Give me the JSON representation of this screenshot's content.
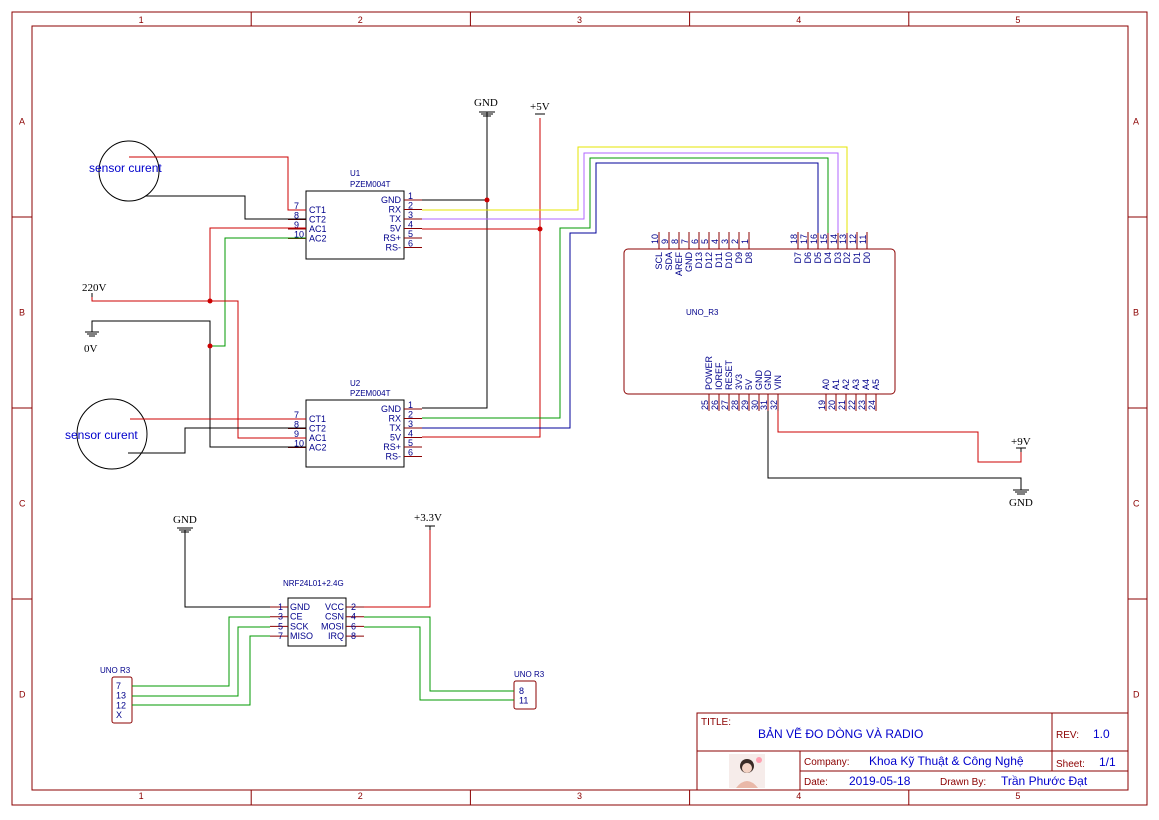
{
  "frame": {
    "columns": [
      "1",
      "2",
      "3",
      "4",
      "5"
    ],
    "rows": [
      "A",
      "B",
      "C",
      "D"
    ]
  },
  "sensors": [
    "sensor curent",
    "sensor curent"
  ],
  "u1": {
    "ref": "U1",
    "part": "PZEM004T",
    "left_pins": [
      {
        "num": "7",
        "name": "CT1"
      },
      {
        "num": "8",
        "name": "CT2"
      },
      {
        "num": "9",
        "name": "AC1"
      },
      {
        "num": "10",
        "name": "AC2"
      }
    ],
    "right_pins": [
      {
        "num": "1",
        "name": "GND"
      },
      {
        "num": "2",
        "name": "RX"
      },
      {
        "num": "3",
        "name": "TX"
      },
      {
        "num": "4",
        "name": "5V"
      },
      {
        "num": "5",
        "name": "RS+"
      },
      {
        "num": "6",
        "name": "RS-"
      }
    ]
  },
  "u2": {
    "ref": "U2",
    "part": "PZEM004T",
    "left_pins": [
      {
        "num": "7",
        "name": "CT1"
      },
      {
        "num": "8",
        "name": "CT2"
      },
      {
        "num": "9",
        "name": "AC1"
      },
      {
        "num": "10",
        "name": "AC2"
      }
    ],
    "right_pins": [
      {
        "num": "1",
        "name": "GND"
      },
      {
        "num": "2",
        "name": "RX"
      },
      {
        "num": "3",
        "name": "TX"
      },
      {
        "num": "4",
        "name": "5V"
      },
      {
        "num": "5",
        "name": "RS+"
      },
      {
        "num": "6",
        "name": "RS-"
      }
    ]
  },
  "uno": {
    "name": "UNO_R3",
    "top_pins": [
      {
        "num": "10",
        "name": "SCL"
      },
      {
        "num": "9",
        "name": "SDA"
      },
      {
        "num": "8",
        "name": "AREF"
      },
      {
        "num": "7",
        "name": "GND"
      },
      {
        "num": "6",
        "name": "D13"
      },
      {
        "num": "5",
        "name": "D12"
      },
      {
        "num": "4",
        "name": "D11"
      },
      {
        "num": "3",
        "name": "D10"
      },
      {
        "num": "2",
        "name": "D9"
      },
      {
        "num": "1",
        "name": "D8"
      },
      {
        "num": "18",
        "name": "D7"
      },
      {
        "num": "17",
        "name": "D6"
      },
      {
        "num": "16",
        "name": "D5"
      },
      {
        "num": "15",
        "name": "D4"
      },
      {
        "num": "14",
        "name": "D3"
      },
      {
        "num": "13",
        "name": "D2"
      },
      {
        "num": "12",
        "name": "D1"
      },
      {
        "num": "11",
        "name": "D0"
      }
    ],
    "bottom_pins": [
      {
        "num": "25",
        "name": "POWER"
      },
      {
        "num": "26",
        "name": "IOREF"
      },
      {
        "num": "27",
        "name": "RESET"
      },
      {
        "num": "28",
        "name": "3V3"
      },
      {
        "num": "29",
        "name": "5V"
      },
      {
        "num": "30",
        "name": "GND"
      },
      {
        "num": "31",
        "name": "GND"
      },
      {
        "num": "32",
        "name": "VIN"
      },
      {
        "num": "19",
        "name": "A0"
      },
      {
        "num": "20",
        "name": "A1"
      },
      {
        "num": "21",
        "name": "A2"
      },
      {
        "num": "22",
        "name": "A3"
      },
      {
        "num": "23",
        "name": "A4"
      },
      {
        "num": "24",
        "name": "A5"
      }
    ]
  },
  "nrf": {
    "name": "NRF24L01+2.4G",
    "left_pins": [
      {
        "num": "1",
        "name": "GND"
      },
      {
        "num": "3",
        "name": "CE"
      },
      {
        "num": "5",
        "name": "SCK"
      },
      {
        "num": "7",
        "name": "MISO"
      }
    ],
    "right_pins": [
      {
        "num": "2",
        "name": "VCC"
      },
      {
        "num": "4",
        "name": "CSN"
      },
      {
        "num": "6",
        "name": "MOSI"
      },
      {
        "num": "8",
        "name": "IRQ"
      }
    ]
  },
  "conn_left": {
    "title": "UNO R3",
    "pins": [
      "7",
      "13",
      "12",
      "X"
    ]
  },
  "conn_right": {
    "title": "UNO R3",
    "pins": [
      "8",
      "11"
    ]
  },
  "nets": {
    "gnd_top": "GND",
    "v5": "+5V",
    "v220": "220V",
    "v0": "0V",
    "v9": "+9V",
    "gnd_right": "GND",
    "gnd_nrf": "GND",
    "v33": "+3.3V"
  },
  "title_block": {
    "title_label": "TITLE:",
    "title": "BẢN VẼ ĐO DÒNG VÀ RADIO",
    "rev_label": "REV:",
    "rev": "1.0",
    "company_label": "Company:",
    "company": "Khoa Kỹ Thuật & Công Nghệ",
    "sheet_label": "Sheet:",
    "sheet": "1/1",
    "date_label": "Date:",
    "date": "2019-05-18",
    "drawn_label": "Drawn By:",
    "drawn": "Trần Phước Đạt"
  },
  "colors": {
    "frame": "#8b0000",
    "component": "#000000",
    "label": "#00008b",
    "wire_red": "#cc0000",
    "wire_green": "#009900",
    "wire_yellow": "#e6e600",
    "wire_purple": "#b266ff",
    "wire_blue": "#000099",
    "wire_black": "#000000"
  }
}
